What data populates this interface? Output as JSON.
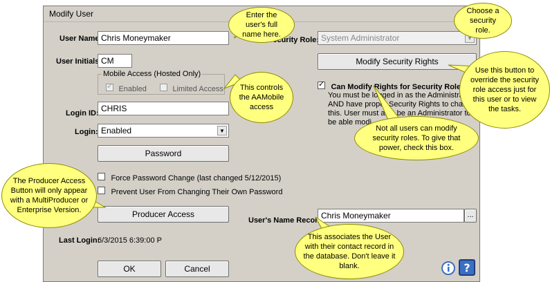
{
  "window": {
    "title": "Modify User"
  },
  "form": {
    "user_name_label": "User Name:",
    "user_name_value": "Chris Moneymaker",
    "user_initials_label": "User Initials:",
    "user_initials_value": "CM",
    "mobile_group_label": "Mobile Access (Hosted Only)",
    "enabled_label": "Enabled",
    "limited_access_label": "Limited Access",
    "login_id_label": "Login ID:",
    "login_id_value": "CHRIS",
    "login_label": "Login:",
    "login_value": "Enabled",
    "password_button": "Password",
    "force_pw_label": "Force Password Change (last changed 5/12/2015)",
    "prevent_label": "Prevent User From Changing Their Own Password",
    "producer_button": "Producer Access",
    "last_login_label": "Last Login:",
    "last_login_value": "6/3/2015 6:39:00 P",
    "security_role_label": "Security Role:",
    "security_role_value": "System Administrator",
    "modify_rights_button": "Modify Security Rights",
    "can_modify_label": "Can Modify Rights for Security Roles",
    "info_line1": "You must be logged in as the Administrat",
    "info_line2": "AND have proper Security Rights to chang",
    "info_line3": "this. User must also be an Administrator to",
    "info_line4": "be able modi",
    "name_record_label": "User's Name Record:",
    "name_record_value": "Chris Moneymaker",
    "browse_button": "...",
    "ok_button": "OK",
    "cancel_button": "Cancel"
  },
  "callouts": {
    "c1": "Enter the user's full name here.",
    "c2": "Choose a security role.",
    "c3": "This controls the AAMobile access",
    "c4": "Use this button to override the security role access just for this user or to view the tasks.",
    "c5": "Not all users can modify security roles. To give that power, check this box.",
    "c6": "The Producer Access Button will only appear with a MultiProducer or Enterprise Version.",
    "c7": "This associates the User with their contact record in the database. Don't leave it blank."
  },
  "icons": {
    "info": "info-icon",
    "help": "help-icon"
  },
  "colors": {
    "callout": "#ffff80",
    "dialog": "#d4d0c8",
    "help_blue": "#3a6fc4"
  }
}
